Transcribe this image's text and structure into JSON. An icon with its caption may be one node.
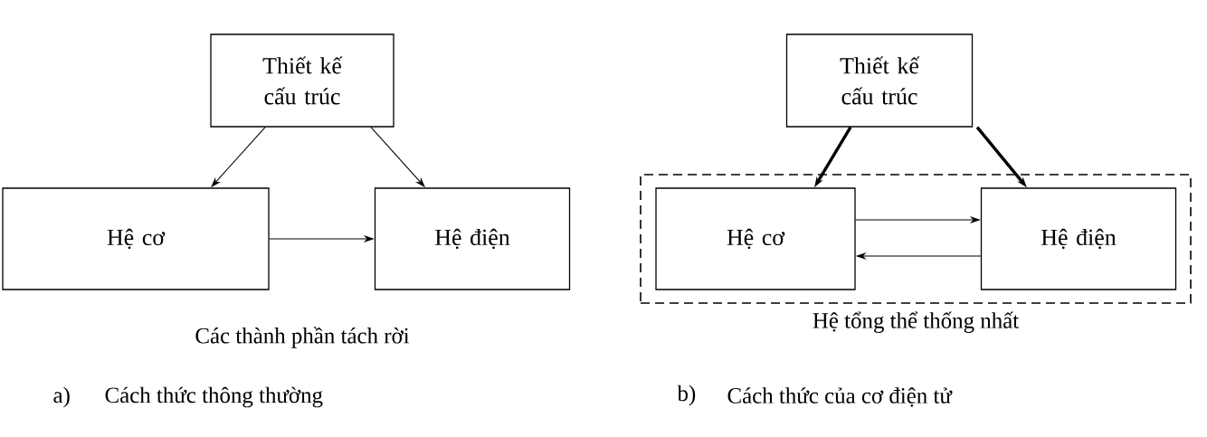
{
  "diagram": {
    "nodes": [
      {
        "text": [
          "Thiết kế cấu trúc"
        ]
      },
      {
        "text": [
          "Hệ cơ"
        ]
      },
      {
        "text": [
          "Hệ điện"
        ]
      },
      {
        "text": [
          "Thiết kế cấu trúc"
        ]
      },
      {
        "text": [
          "Hệ tổng thể thống nhất"
        ]
      },
      {
        "text": [
          "Hệ cơ"
        ],
        "in": 4
      },
      {
        "text": [
          "Hệ điện"
        ],
        "in": 4
      }
    ],
    "edges": [
      {
        "from": 0,
        "to": 1,
        "arrow": "to"
      },
      {
        "from": 0,
        "to": 2,
        "arrow": "to"
      },
      {
        "from": 1,
        "to": 2,
        "arrow": "to"
      },
      {
        "from": 3,
        "to": 5,
        "arrow": "to",
        "style": "thick"
      },
      {
        "from": 3,
        "to": 6,
        "arrow": "to",
        "style": "thick"
      },
      {
        "from": 5,
        "to": 6,
        "arrow": "to"
      },
      {
        "from": 6,
        "to": 5,
        "arrow": "to"
      }
    ],
    "labels": [
      "Các thành phần tách rời",
      "a)",
      "Cách thức thông thường",
      "b)",
      "Cách thức của cơ điện tử"
    ]
  }
}
